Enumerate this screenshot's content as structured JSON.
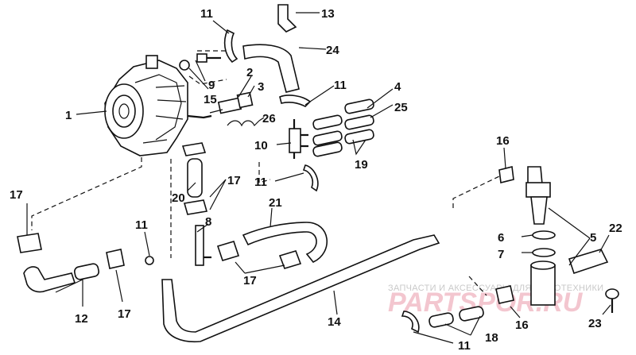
{
  "callouts": [
    "1",
    "2",
    "3",
    "4",
    "5",
    "6",
    "7",
    "8",
    "9",
    "10",
    "11",
    "11",
    "11",
    "11",
    "11",
    "12",
    "13",
    "14",
    "15",
    "16",
    "16",
    "17",
    "17",
    "17",
    "17",
    "18",
    "19",
    "20",
    "21",
    "22",
    "23",
    "24",
    "25",
    "26"
  ],
  "watermark": {
    "line1": "ЗАПЧАСТИ И АКСЕССУАРЫ ДЛЯ МОТОТЕХНИКИ",
    "line2": "PARTSPOR.RU"
  }
}
